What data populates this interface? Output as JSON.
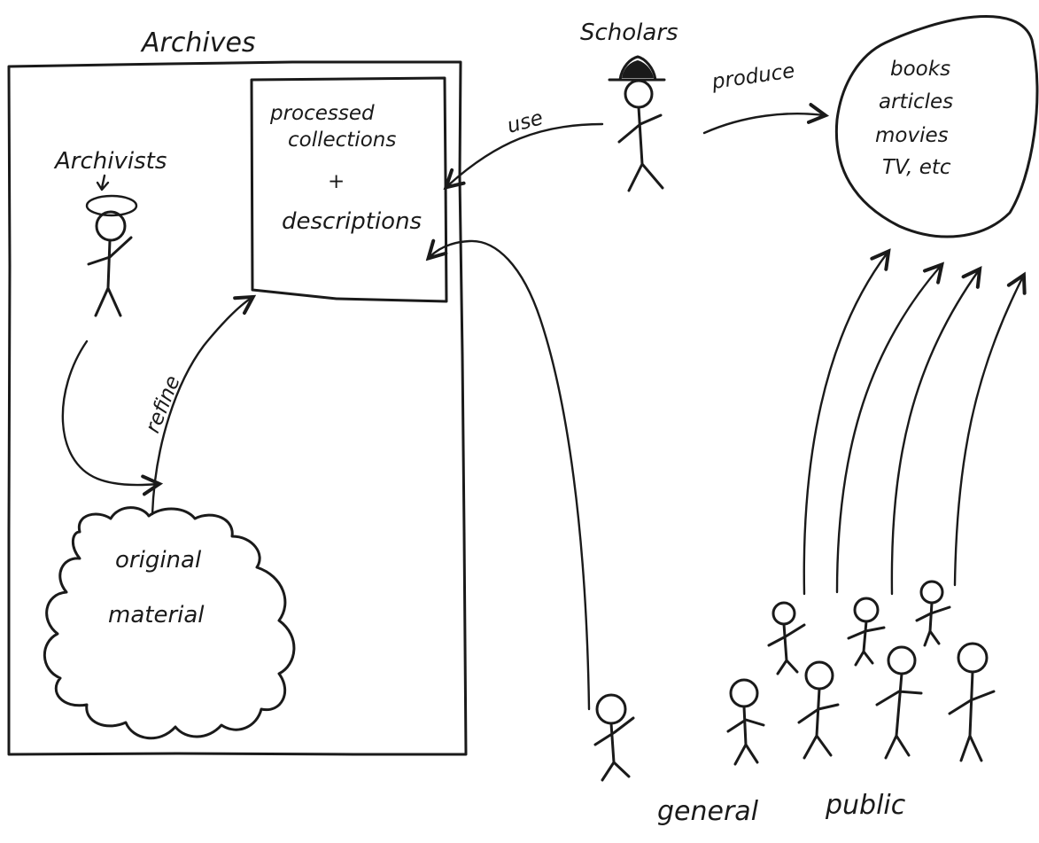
{
  "diagram": {
    "archives_label": "Archives",
    "archivists_label": "Archivists",
    "processed_box": {
      "line1": "processed",
      "line2": "collections",
      "line3": "+",
      "line4": "descriptions"
    },
    "original_material": {
      "line1": "original",
      "line2": "material"
    },
    "refine_label": "refine",
    "scholars_label": "Scholars",
    "use_label": "use",
    "produce_label": "produce",
    "outputs": {
      "line1": "books",
      "line2": "articles",
      "line3": "movies",
      "line4": "TV, etc"
    },
    "public_label": {
      "word1": "general",
      "word2": "public"
    },
    "ink_color": "#1a1a1a"
  }
}
